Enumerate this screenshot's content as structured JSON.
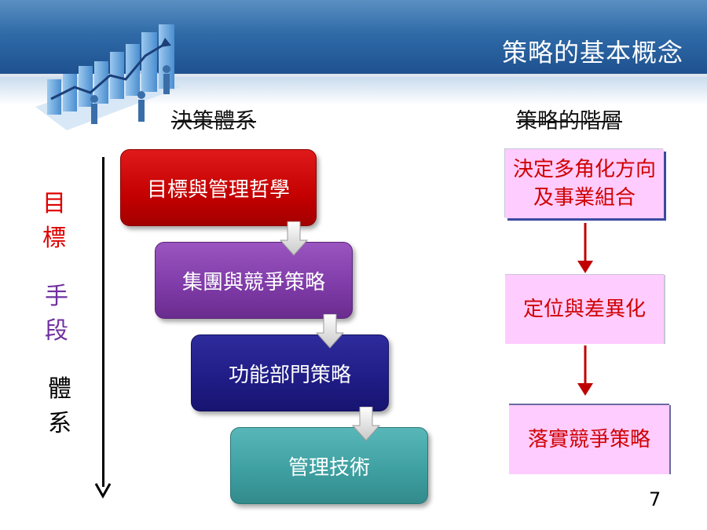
{
  "header": {
    "title": "策略的基本概念"
  },
  "left_diagram": {
    "title": "決策體系",
    "stages": [
      {
        "label": "目標與管理哲學",
        "color": "#c40000"
      },
      {
        "label": "集團與競爭策略",
        "color": "#7e3aa6"
      },
      {
        "label": "功能部門策略",
        "color": "#1f1c85"
      },
      {
        "label": "管理技術",
        "color": "#3d9ea0"
      }
    ],
    "side_labels": [
      {
        "text": "目標",
        "color": "#e00000"
      },
      {
        "text": "手段",
        "color": "#7030a0"
      },
      {
        "text": "體系",
        "color": "#000000"
      }
    ]
  },
  "right_diagram": {
    "title": "策略的階層",
    "boxes": [
      {
        "text": "決定多角化方向及事業組合"
      },
      {
        "text": "定位與差異化"
      },
      {
        "text": "落實競爭策略"
      }
    ],
    "box_fill": "#ffccff",
    "box_text_color": "#d00000",
    "arrow_color": "#c00000"
  },
  "page_number": "7"
}
